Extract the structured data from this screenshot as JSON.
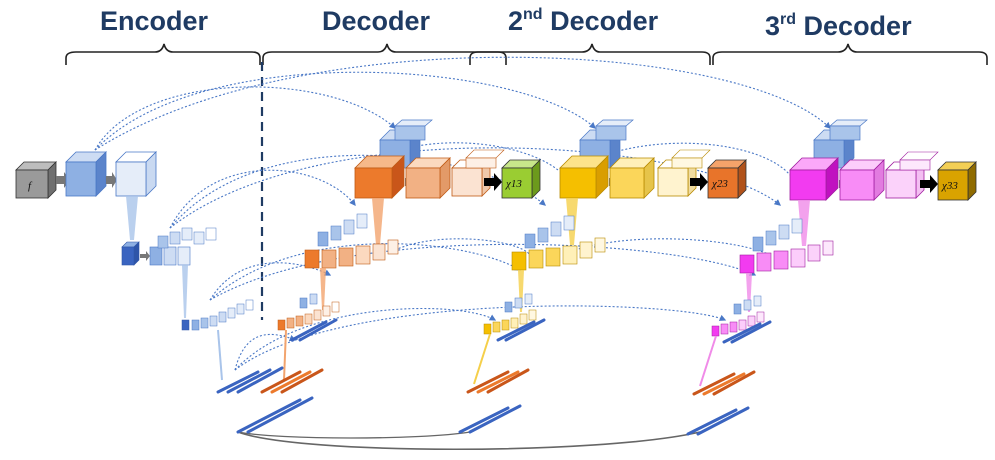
{
  "headers": {
    "encoder": "Encoder",
    "decoder": "Decoder",
    "decoder2_num": "2",
    "decoder2_sup": "nd",
    "decoder2_word": " Decoder",
    "decoder3_num": "3",
    "decoder3_sup": "rd",
    "decoder3_word": " Decoder"
  },
  "labels": {
    "input": "f",
    "out1": "χ13",
    "out2": "χ23",
    "out3": "χ33"
  },
  "colors": {
    "header_text": "#1f3b63",
    "encoder_blue": "#7ea4dc",
    "encoder_dark_blue": "#3a64c0",
    "encoder_light": "#e3ecf8",
    "decoder_orange": "#ec7a2c",
    "decoder_peach": "#f2b184",
    "decoder2_yellow": "#f5bf00",
    "decoder3_magenta": "#f23bf0",
    "output1_green": "#9acd32",
    "output2_orange": "#e8742a",
    "output3_gold": "#d9a300",
    "skip_link": "#4a78c6",
    "dashed_divider": "#1f3b63"
  }
}
